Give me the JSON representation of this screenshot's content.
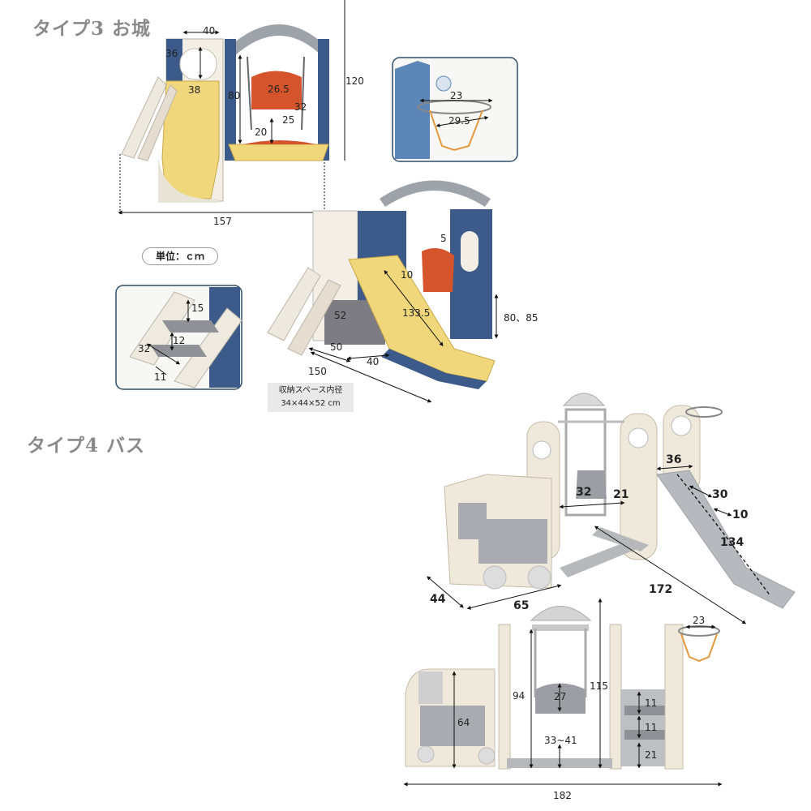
{
  "sections": {
    "type3_title": "タイプ3 お城",
    "type4_title": "タイプ4 バス"
  },
  "unit_label": "単位：ｃｍ",
  "storage_note": {
    "line1": "収納スペース内径",
    "line2": "34×44×52 cm"
  },
  "type3_dims": {
    "tower_top": "40",
    "tower_side": "36",
    "window": "38",
    "swing_height": "80",
    "seat_width": "26.5",
    "seat_depth": "32",
    "seat_back": "25",
    "seat_ground": "20",
    "total_height": "120",
    "total_width": "157",
    "hoop_width": "23",
    "hoop_depth": "29.5",
    "slide_width": "10",
    "slide_length": "133.5",
    "step_height": "15",
    "step_depth": "12",
    "step_width": "32",
    "step_gap": "11",
    "base_52": "52",
    "base_50": "50",
    "base_40": "40",
    "base_150": "150",
    "platform_height": "80、85",
    "misc_5": "5"
  },
  "type4_dims": {
    "slide_36": "36",
    "swing_32": "32",
    "swing_21": "21",
    "slide_30": "30",
    "slide_10": "10",
    "slide_134": "134",
    "depth_44": "44",
    "bus_65": "65",
    "total_172": "172",
    "hoop_23": "23",
    "swing_94": "94",
    "swing_115": "115",
    "seat_27": "27",
    "bus_64": "64",
    "seat_33_41": "33~41",
    "step_11a": "11",
    "step_11b": "11",
    "step_21": "21",
    "total_182": "182"
  }
}
